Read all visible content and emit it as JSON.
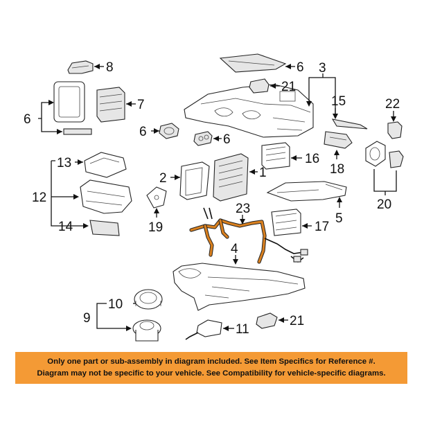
{
  "callouts": {
    "c1": "1",
    "c2": "2",
    "c3": "3",
    "c4": "4",
    "c5": "5",
    "c6a": "6",
    "c6b": "6",
    "c6c": "6",
    "c6d": "6",
    "c7": "7",
    "c8": "8",
    "c9": "9",
    "c10": "10",
    "c11": "11",
    "c12": "12",
    "c13": "13",
    "c14": "14",
    "c15": "15",
    "c16": "16",
    "c17": "17",
    "c18": "18",
    "c19": "19",
    "c20": "20",
    "c21a": "21",
    "c21b": "21",
    "c22": "22",
    "c23": "23"
  },
  "colors": {
    "highlight_part": "#d9801f",
    "notice_background": "#f49a35"
  },
  "notice": {
    "line1": "Only one part or sub-assembly in diagram included. See Item Specifics for Reference #.",
    "line2": "Diagram may not be specific to your vehicle. See Compatibility for vehicle-specific diagrams."
  }
}
